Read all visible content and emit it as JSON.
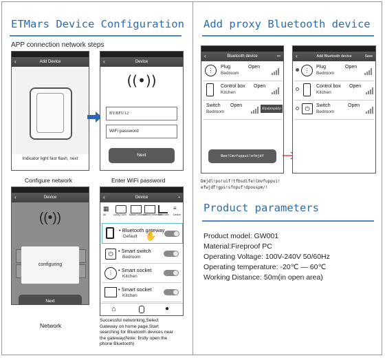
{
  "left": {
    "title": "ETMars Device Configuration",
    "subtitle": "APP connection network steps",
    "phone1": {
      "nav_title": "Add Device",
      "bottom_text": "Indicator light fast flash, next",
      "caption": "Configure network",
      "back_icon": "chevron-left"
    },
    "phone2": {
      "nav_title": "Device",
      "ssid_value": "BYBFU12",
      "wifi_password_placeholder": "WiFi password",
      "next_label": "Next",
      "caption": "Enter WiFi  password",
      "icon": "signal-broadcast-icon"
    },
    "phone3": {
      "nav_title": "Device",
      "configuring_label": "configuring",
      "next_label": "Next",
      "caption": "Network"
    },
    "phone4": {
      "nav_title": "Device",
      "categories": [
        "All",
        "Living room",
        "Master bedroom",
        "Second bedroom",
        "Bathroom",
        "Device"
      ],
      "devices": [
        {
          "name": "Bluetooth gateway",
          "room": "Default",
          "icon": "gateway-icon"
        },
        {
          "name": "Smart switch",
          "room": "Bedroom",
          "icon": "power-icon"
        },
        {
          "name": "Smart socket",
          "room": "Kitchen",
          "icon": "socket-icon"
        },
        {
          "name": "Smart socket",
          "room": "Kitchen",
          "icon": "box-icon"
        }
      ],
      "tab_icons": [
        "home-icon",
        "mic-icon",
        "person-icon"
      ],
      "caption_lines": [
        "Successful networking,Select",
        "Gateway on home page,Start",
        "searching for Bluetooth devices near",
        "the gateway(Note: firstly open the",
        "phone Bluetooth)"
      ]
    }
  },
  "right": {
    "title": "Add proxy Bluetooth device",
    "phoneA": {
      "nav_title": "Bluetooth device",
      "nav_right": "•••",
      "devices": [
        {
          "name": "Plug",
          "room": "Bedroom",
          "state": "Open"
        },
        {
          "name": "Control box",
          "room": "Kitchen",
          "state": "Open"
        },
        {
          "name": "Switch",
          "room": "Bedroom",
          "state": "Open"
        }
      ],
      "popup_label": "Ktpdpmpddp",
      "bottom_button": "Bee!Cmvfuppui!efmjdf"
    },
    "phoneB": {
      "nav_title": "Add Bluetooth device",
      "nav_right": "Save",
      "devices": [
        {
          "name": "Plug",
          "room": "Bedroom",
          "state": "Open"
        },
        {
          "name": "Control box",
          "room": "Kitchen",
          "state": "Open"
        },
        {
          "name": "Switch",
          "room": "Bedroom",
          "state": "Open"
        }
      ]
    },
    "note_lines": [
      "Dmjdl!po!uif!tfbsdife!Cmvfuppui!",
      "efwjdf!gps!sfnpuf!dpouspm/!"
    ],
    "params_title": "Product parameters",
    "params": [
      "Product model: GW001",
      "Material:Fireproof PC",
      "Operating Voltage: 100V-240V 50/60Hz",
      "Operating temperature: -20℃ — 60℃",
      "Working Distance: 50m(in open area)"
    ]
  },
  "colors": {
    "heading": "#2c6cad",
    "rule": "#4f86c6",
    "arrow_blue": "#2a66b8",
    "arrow_red": "#d9262c",
    "highlight": "#58b8c4"
  }
}
